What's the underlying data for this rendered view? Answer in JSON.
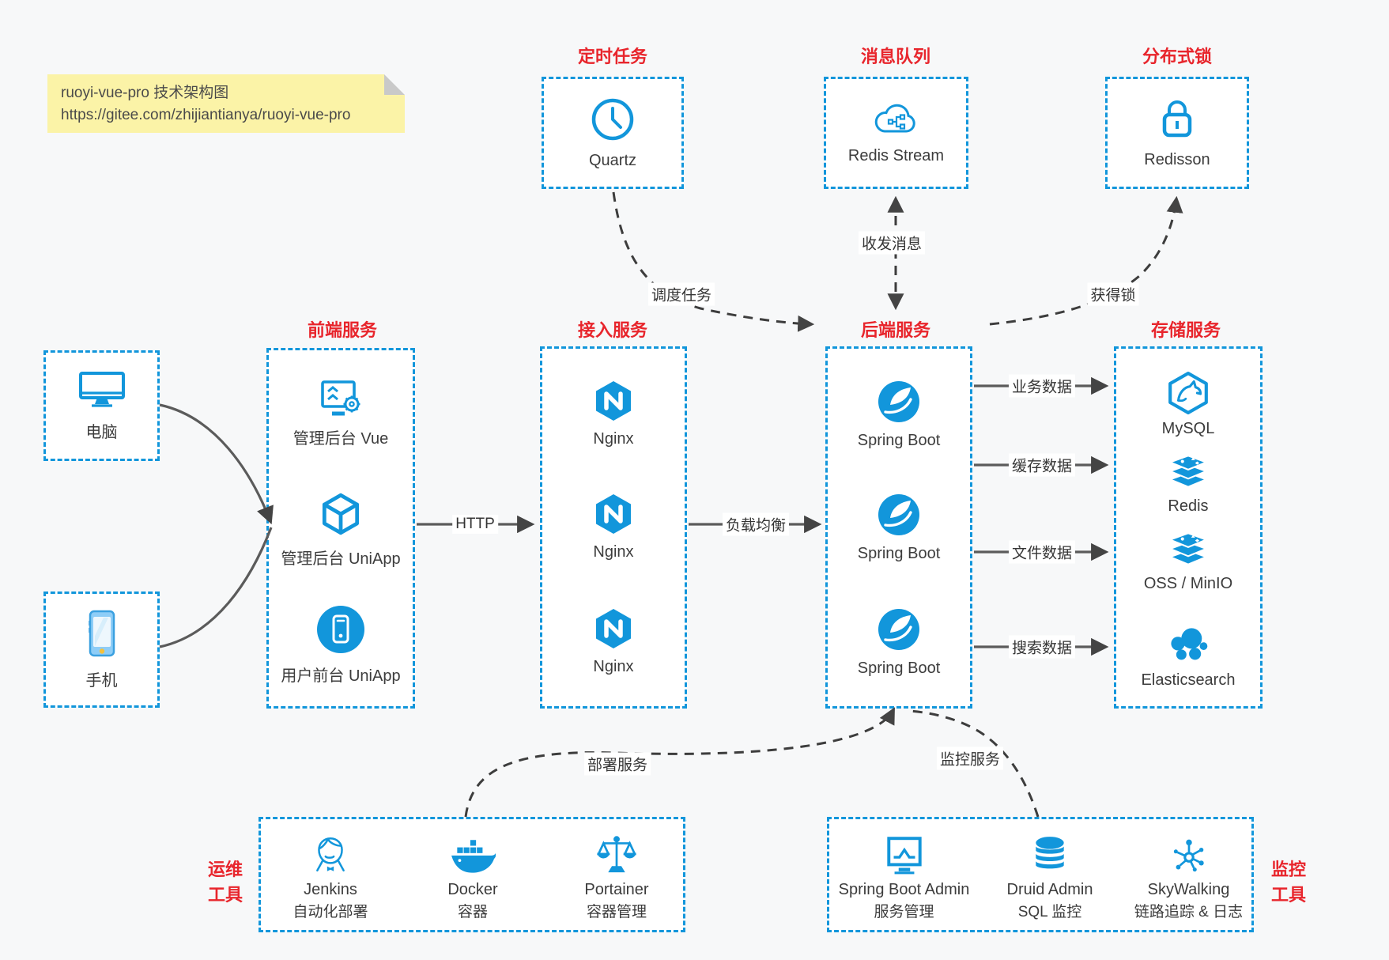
{
  "note": {
    "line1": "ruoyi-vue-pro 技术架构图",
    "line2": "https://gitee.com/zhijiantianya/ruoyi-vue-pro"
  },
  "colors": {
    "accent_blue": "#1296db",
    "title_red": "#e8252c",
    "note_yellow": "#fbf3a7",
    "arrow_dark": "#4a4a4a",
    "canvas_bg": "#f7f8f9"
  },
  "groups": {
    "scheduler": {
      "title": "定时任务",
      "items": [
        {
          "label": "Quartz",
          "icon": "clock-icon"
        }
      ]
    },
    "mq": {
      "title": "消息队列",
      "items": [
        {
          "label": "Redis Stream",
          "icon": "cloud-network-icon"
        }
      ]
    },
    "lock": {
      "title": "分布式锁",
      "items": [
        {
          "label": "Redisson",
          "icon": "lock-icon"
        }
      ]
    },
    "clients": {
      "items": [
        {
          "label": "电脑",
          "icon": "desktop-icon"
        },
        {
          "label": "手机",
          "icon": "smartphone-icon"
        }
      ]
    },
    "frontend": {
      "title": "前端服务",
      "items": [
        {
          "label": "管理后台 Vue",
          "icon": "admin-vue-icon"
        },
        {
          "label": "管理后台 UniApp",
          "icon": "cube-icon"
        },
        {
          "label": "用户前台 UniApp",
          "icon": "user-uniapp-icon"
        }
      ]
    },
    "gateway": {
      "title": "接入服务",
      "items": [
        {
          "label": "Nginx",
          "icon": "nginx-icon"
        },
        {
          "label": "Nginx",
          "icon": "nginx-icon"
        },
        {
          "label": "Nginx",
          "icon": "nginx-icon"
        }
      ]
    },
    "backend": {
      "title": "后端服务",
      "items": [
        {
          "label": "Spring Boot",
          "icon": "spring-boot-icon"
        },
        {
          "label": "Spring Boot",
          "icon": "spring-boot-icon"
        },
        {
          "label": "Spring Boot",
          "icon": "spring-boot-icon"
        }
      ]
    },
    "storage": {
      "title": "存储服务",
      "items": [
        {
          "label": "MySQL",
          "icon": "mysql-icon"
        },
        {
          "label": "Redis",
          "icon": "redis-stack-icon"
        },
        {
          "label": "OSS / MinIO",
          "icon": "oss-stack-icon"
        },
        {
          "label": "Elasticsearch",
          "icon": "elasticsearch-icon"
        }
      ]
    },
    "ops": {
      "title_line1": "运维",
      "title_line2": "工具",
      "items": [
        {
          "name": "Jenkins",
          "desc": "自动化部署",
          "icon": "jenkins-icon"
        },
        {
          "name": "Docker",
          "desc": "容器",
          "icon": "docker-icon"
        },
        {
          "name": "Portainer",
          "desc": "容器管理",
          "icon": "portainer-icon"
        }
      ]
    },
    "monitoring": {
      "title_line1": "监控",
      "title_line2": "工具",
      "items": [
        {
          "name": "Spring Boot Admin",
          "desc": "服务管理",
          "icon": "monitor-chart-icon"
        },
        {
          "name": "Druid Admin",
          "desc": "SQL 监控",
          "icon": "database-icon"
        },
        {
          "name": "SkyWalking",
          "desc": "链路追踪 & 日志",
          "icon": "node-graph-icon"
        }
      ]
    }
  },
  "edges": {
    "http": "HTTP",
    "load_balance": "负载均衡",
    "business_data": "业务数据",
    "cache_data": "缓存数据",
    "file_data": "文件数据",
    "search_data": "搜索数据",
    "schedule_task": "调度任务",
    "send_receive_msg": "收发消息",
    "acquire_lock": "获得锁",
    "deploy_service": "部署服务",
    "monitor_service": "监控服务"
  }
}
